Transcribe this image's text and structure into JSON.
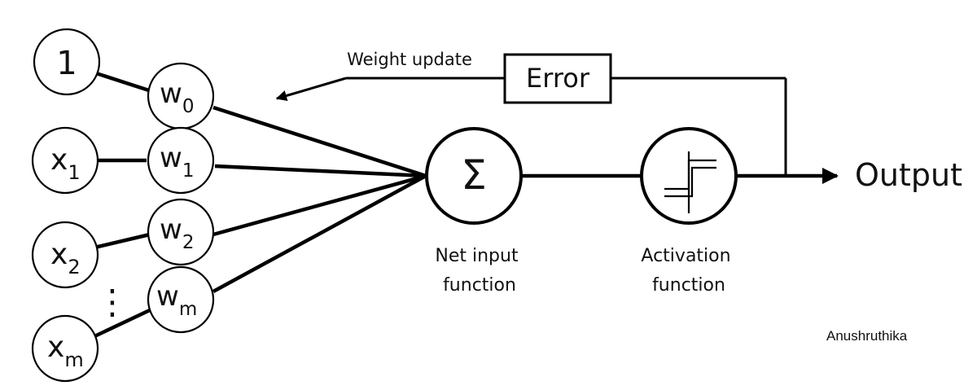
{
  "inputs": [
    {
      "main": "1",
      "sub": ""
    },
    {
      "main": "x",
      "sub": "1"
    },
    {
      "main": "x",
      "sub": "2"
    },
    {
      "main": "x",
      "sub": "m"
    }
  ],
  "weights": [
    {
      "main": "w",
      "sub": "0"
    },
    {
      "main": "w",
      "sub": "1"
    },
    {
      "main": "w",
      "sub": "2"
    },
    {
      "main": "w",
      "sub": "m"
    }
  ],
  "ellipsis": "⋮",
  "sum_symbol": "Σ",
  "net_input_label": [
    "Net input",
    "function"
  ],
  "activation_label": [
    "Activation",
    "function"
  ],
  "error_label": "Error",
  "weight_update_label": "Weight update",
  "output_label": "Output",
  "watermark": "Anushruthika"
}
